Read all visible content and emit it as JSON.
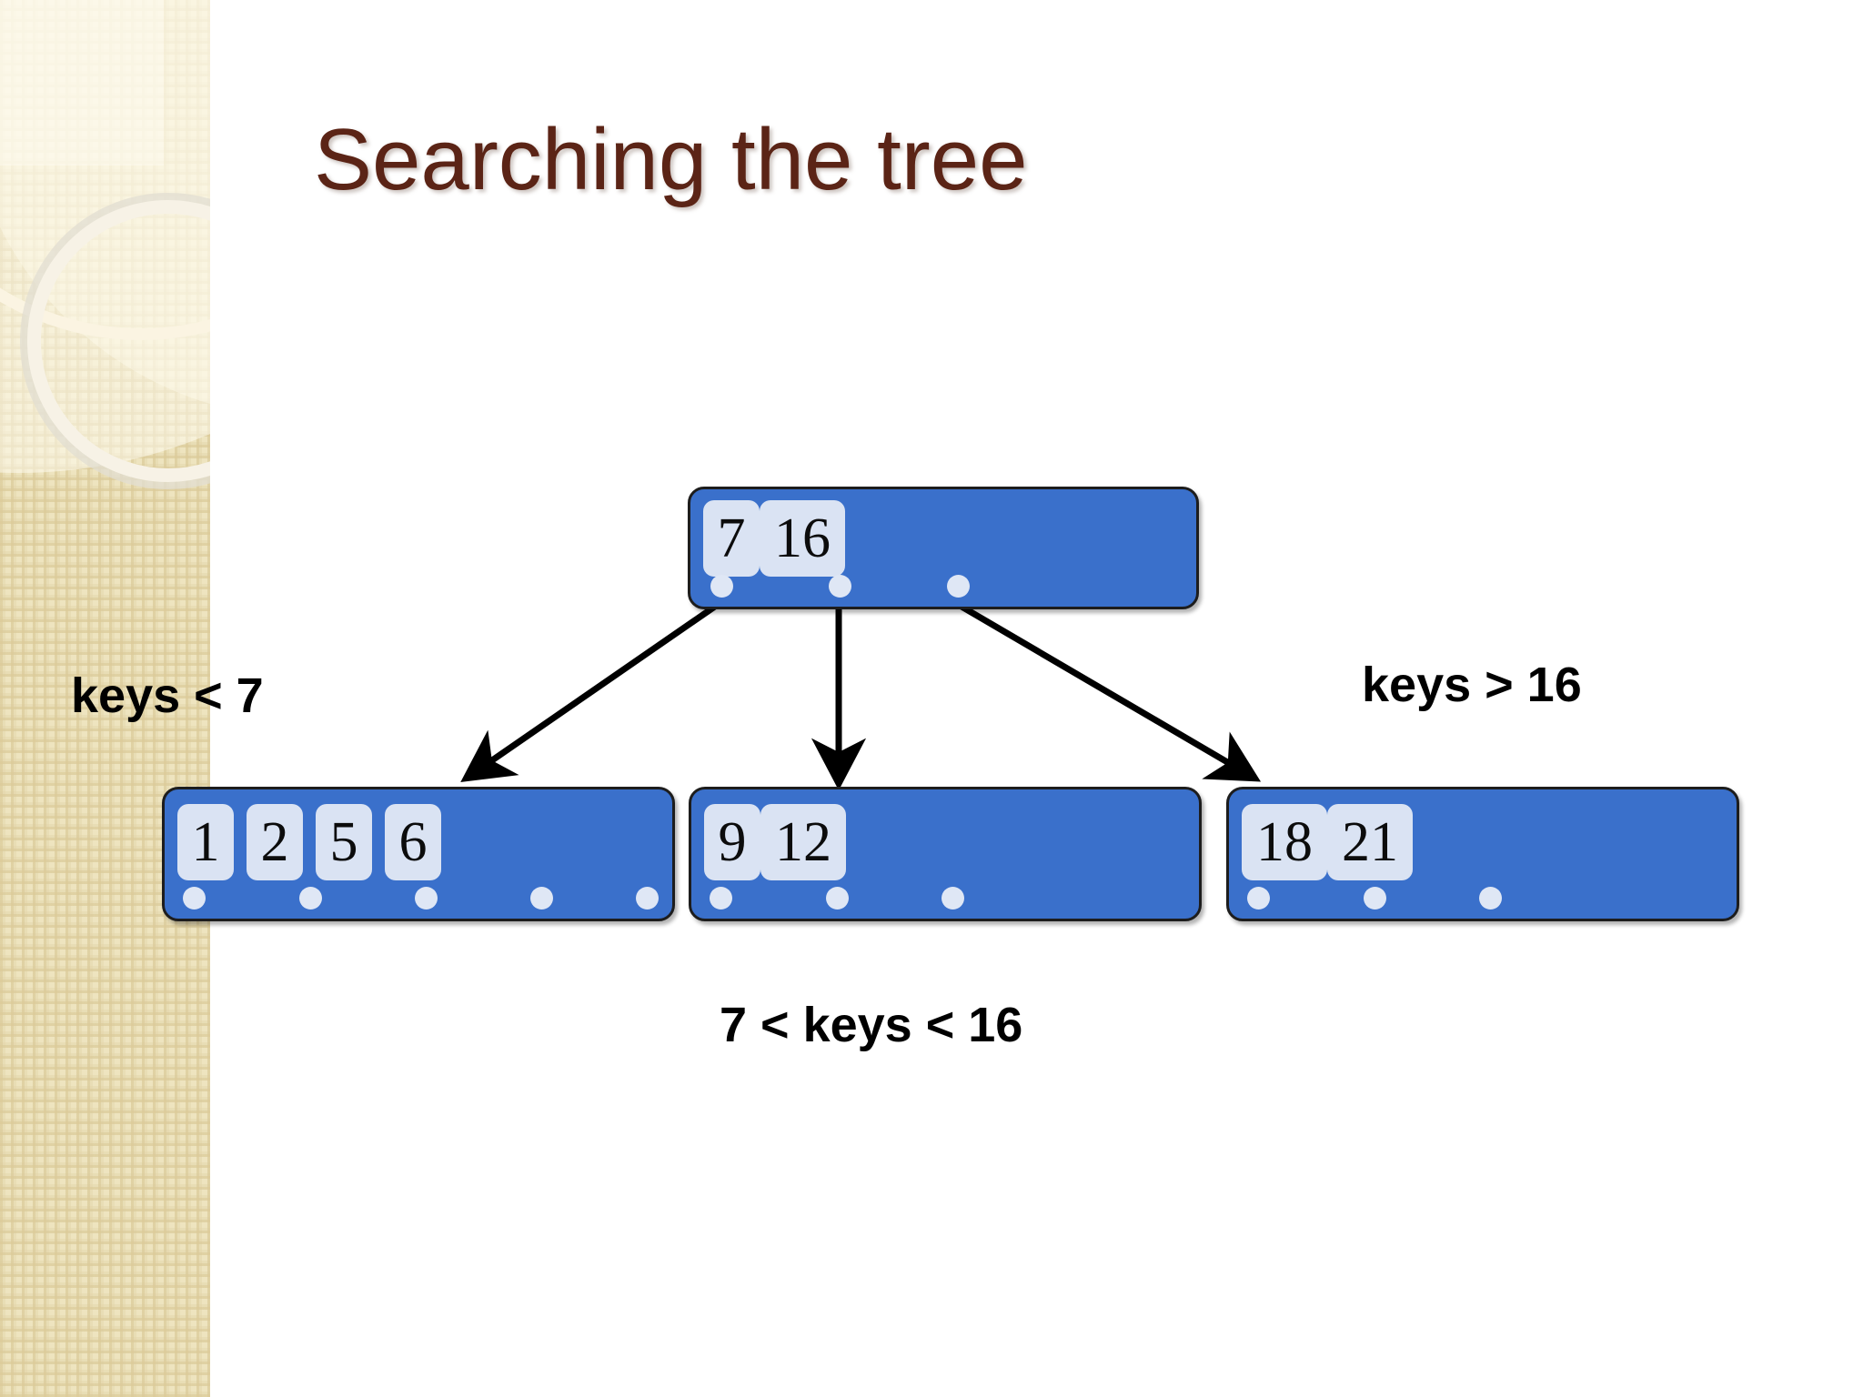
{
  "slide": {
    "title": "Searching the tree",
    "background_color": "#ffffff",
    "title_color": "#5b2416",
    "band_color": "#eee4bf"
  },
  "theme": {
    "node_fill": "#3a70cb",
    "node_border": "#1d1d1d",
    "key_fill": "#dae3f3",
    "key_text": "#0c0c0c",
    "pointer_dot": "#dfe7f5",
    "edge_color": "#000000",
    "label_color": "#000000"
  },
  "diagram": {
    "type": "b-tree",
    "root": {
      "name": "root-node",
      "keys": [
        "7",
        "16"
      ],
      "pointer_count": 3
    },
    "leaves": [
      {
        "name": "leaf-node-left",
        "keys": [
          "1",
          "2",
          "5",
          "6"
        ],
        "pointer_count": 5
      },
      {
        "name": "leaf-node-middle",
        "keys": [
          "9",
          "12"
        ],
        "pointer_count": 3
      },
      {
        "name": "leaf-node-right",
        "keys": [
          "18",
          "21"
        ],
        "pointer_count": 3
      }
    ],
    "edges": [
      {
        "name": "edge-root-to-left",
        "from": "root pointer 1",
        "to": "leaf-node-left"
      },
      {
        "name": "edge-root-to-middle",
        "from": "root pointer 2",
        "to": "leaf-node-middle"
      },
      {
        "name": "edge-root-to-right",
        "from": "root pointer 3",
        "to": "leaf-node-right"
      }
    ],
    "annotations": {
      "left": "keys < 7",
      "right": "keys > 16",
      "bottom": "7 < keys < 16"
    }
  }
}
